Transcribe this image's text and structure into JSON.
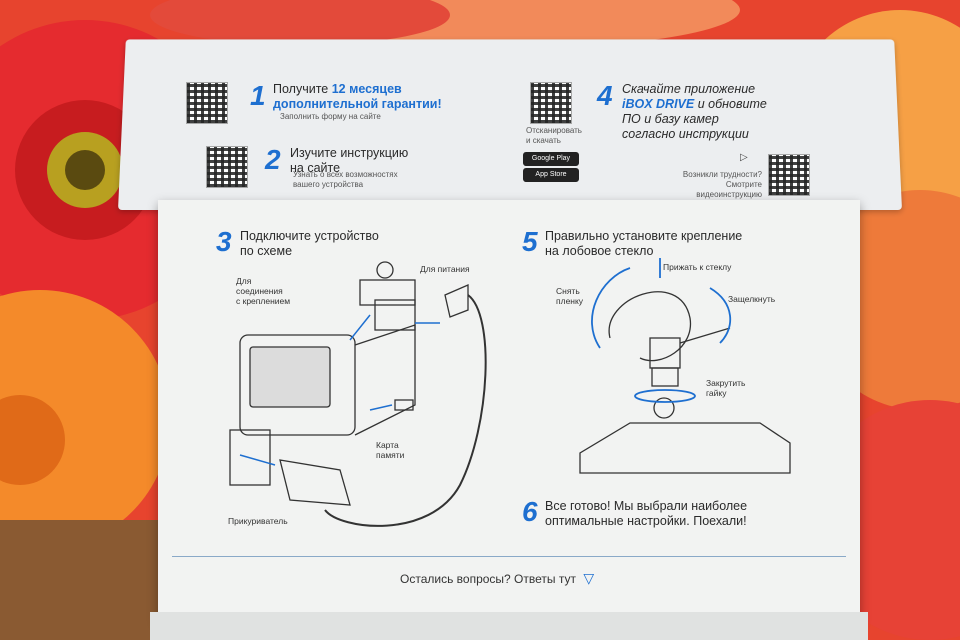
{
  "top_flap": {
    "step1": {
      "num": "1",
      "line1": "Получите",
      "line1_highlight": "12 месяцев",
      "line2_highlight": "дополнительной гарантии!",
      "note": "Заполнить форму на сайте"
    },
    "step2": {
      "num": "2",
      "line1": "Изучите инструкцию",
      "line2": "на сайте",
      "note1": "Узнать о всех возможностях",
      "note2": "вашего устройства"
    },
    "step4": {
      "num": "4",
      "line1": "Скачайте приложение",
      "line2_highlight": "iBOX DRIVE",
      "line2_rest": "и обновите",
      "line3": "ПО и базу камер",
      "line4": "согласно инструкции"
    },
    "qr_note1": "Отсканировать",
    "qr_note2": "и скачать",
    "google_play": "Google Play",
    "app_store": "App Store",
    "help1": "Возникли трудности?",
    "help2": "Смотрите видеоинструкцию"
  },
  "panel": {
    "step3": {
      "num": "3",
      "line1": "Подключите устройство",
      "line2": "по схеме"
    },
    "step5": {
      "num": "5",
      "line1": "Правильно установите крепление",
      "line2": "на лобовое стекло"
    },
    "step6": {
      "num": "6",
      "line1": "Все готово! Мы выбрали наиболее",
      "line2": "оптимальные настройки. Поехали!"
    },
    "labels": {
      "mount1": "Для",
      "mount2": "соединения",
      "mount3": "с креплением",
      "power": "Для питания",
      "card1": "Карта",
      "card2": "памяти",
      "lighter": "Прикуриватель",
      "peel1": "Снять",
      "peel2": "пленку",
      "press": "Прижать к стеклу",
      "snap": "Защелкнуть",
      "screw1": "Закрутить",
      "screw2": "гайку"
    },
    "footer": "Остались вопросы? Ответы тут"
  },
  "colors": {
    "accent": "#1e6fd0",
    "flower_red": "#e23a2a",
    "flower_orange": "#f2872e"
  }
}
